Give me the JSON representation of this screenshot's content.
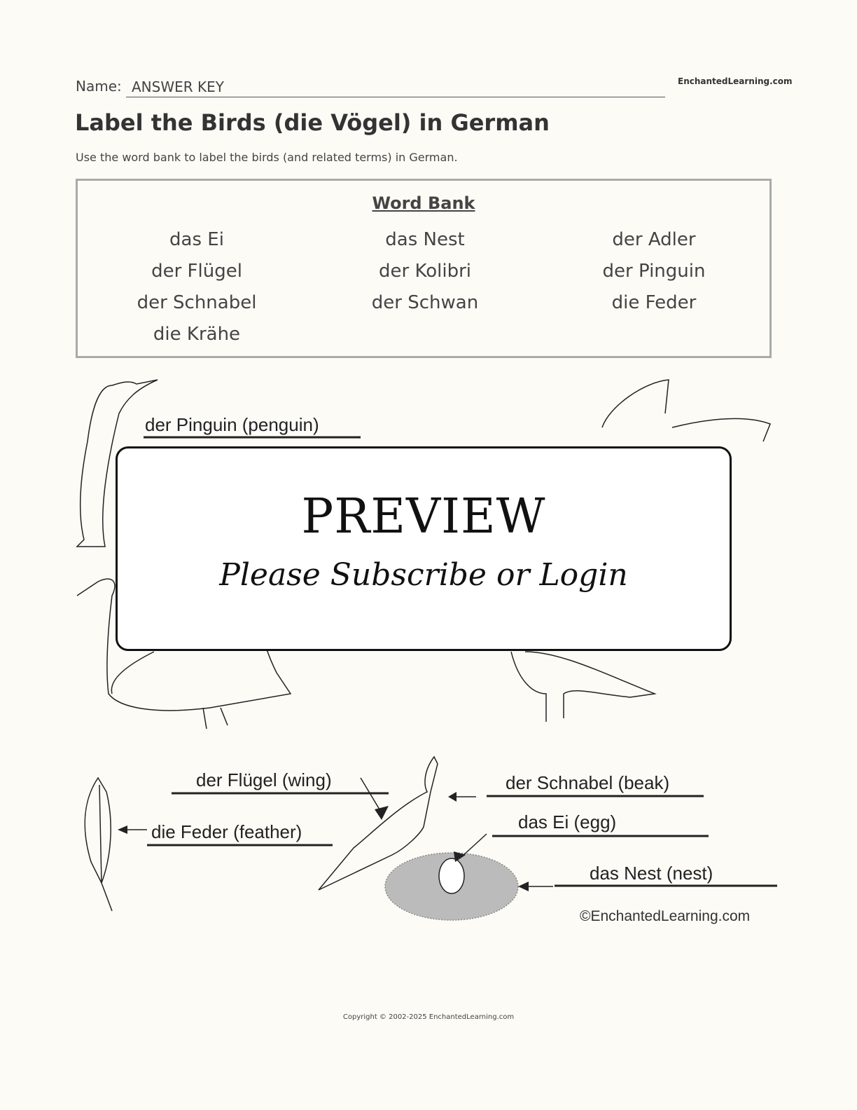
{
  "header": {
    "name_label": "Name:",
    "name_value": "ANSWER KEY",
    "site": "EnchantedLearning.com"
  },
  "title": "Label the Birds (die Vögel) in German",
  "instructions": "Use the word bank to label the birds (and related terms) in German.",
  "word_bank": {
    "title": "Word Bank",
    "columns": [
      [
        "das Ei",
        "der Flügel",
        "der Schnabel",
        "die Krähe"
      ],
      [
        "das Nest",
        "der Kolibri",
        "der Schwan"
      ],
      [
        "der Adler",
        "der Pinguin",
        "die Feder"
      ]
    ]
  },
  "illustration": {
    "labels": {
      "penguin": "der Pinguin (penguin)",
      "wing": "der Flügel (wing)",
      "beak": "der Schnabel (beak)",
      "feather": "die Feder (feather)",
      "egg": "das Ei (egg)",
      "nest": "das Nest (nest)"
    },
    "credit": "©EnchantedLearning.com"
  },
  "preview": {
    "title": "PREVIEW",
    "subtitle": "Please Subscribe or Login"
  },
  "footer": {
    "copyright": "Copyright © 2002-2025 EnchantedLearning.com"
  }
}
